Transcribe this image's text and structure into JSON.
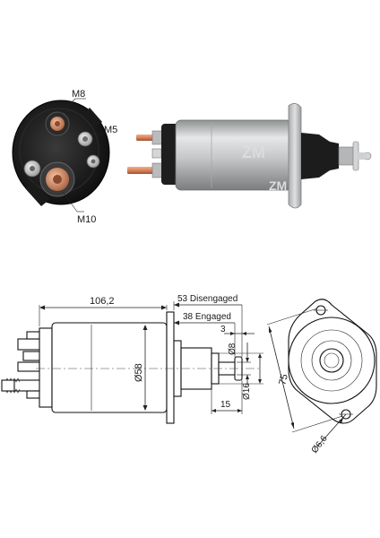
{
  "photo_labels": {
    "m8": "M8",
    "m5": "M5",
    "m10": "M10"
  },
  "watermark": "ZM",
  "dimensions": {
    "length": "106,2",
    "disengaged": "53 Disengaged",
    "engaged": "38 Engaged",
    "gap": "3",
    "shaft_dia": "Ø8",
    "body_dia": "Ø58",
    "nose_dia": "Ø16",
    "nose_len": "15",
    "flange_span": "75",
    "hole_dia": "Ø6,6"
  },
  "colors": {
    "body_silver": "#c9cbcc",
    "copper": "#d9825b",
    "dark": "#1c1c1c",
    "brass": "#c7a35a"
  }
}
